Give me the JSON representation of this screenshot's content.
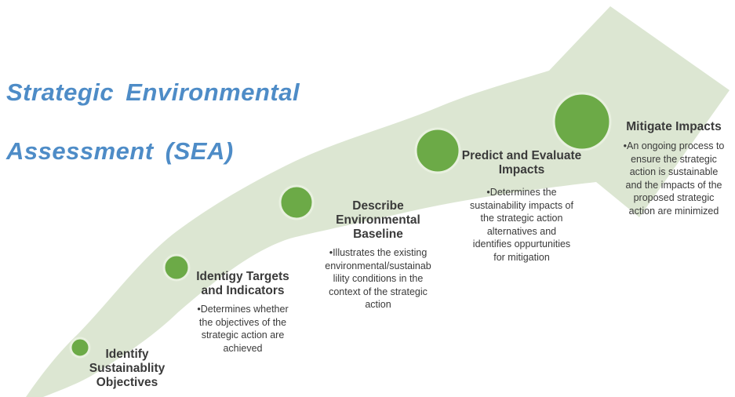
{
  "diagram": {
    "title": {
      "line1": "Strategic  Environmental",
      "line2": "Assessment (SEA)"
    },
    "colors": {
      "title_blue": "#4e8cc7",
      "arrow_fill": "#dce6d2",
      "circle_fill": "#6caa47",
      "circle_ring": "#e8f0df",
      "text": "#3a3a3a"
    },
    "steps": [
      {
        "heading": "Identify\nSustainablity\nObjectives",
        "bullet": ""
      },
      {
        "heading": "Identigy Targets\nand Indicators",
        "bullet": "•Determines whether\nthe objectives of the\nstrategic action are\nachieved"
      },
      {
        "heading": "Describe\nEnvironmental\nBaseline",
        "bullet": "•Illustrates the existing\nenvironmental/sustainab\nlility conditions in the\ncontext of the strategic\naction"
      },
      {
        "heading": "Predict and Evaluate\nImpacts",
        "bullet": "•Determines the\nsustainability impacts of\nthe strategic action\nalternatives and\nidentifies oppurtunities\nfor mitigation"
      },
      {
        "heading": "Mitigate Impacts",
        "bullet": "•An ongoing process to\nensure the strategic\naction is sustainable\nand the impacts of the\nproposed strategic\naction are minimized"
      }
    ]
  }
}
